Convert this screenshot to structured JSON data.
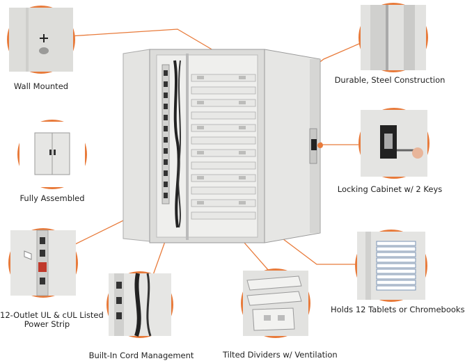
{
  "features": {
    "wall_mounted": "Wall Mounted",
    "steel_construction": "Durable, Steel Construction",
    "fully_assembled": "Fully Assembled",
    "locking_cabinet": "Locking Cabinet w/ 2 Keys",
    "power_strip_line1": "12-Outlet UL & cUL Listed",
    "power_strip_line2": "Power Strip",
    "tablets": "Holds 12 Tablets or Chromebooks",
    "cord_management": "Built-In Cord Management",
    "tilted_dividers": "Tilted Dividers w/ Ventilation"
  },
  "colors": {
    "accent": "#e87a3a",
    "steel": "#e6e6e4"
  }
}
